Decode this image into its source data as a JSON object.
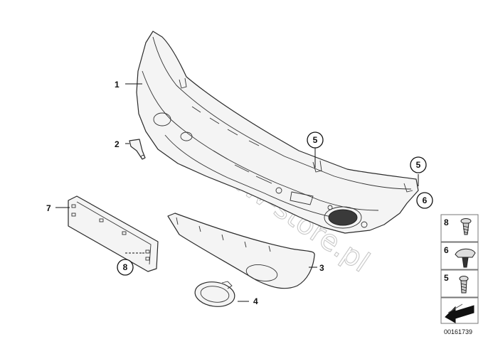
{
  "diagram": {
    "watermark": "www.BMW-store.pl",
    "document_number": "00161739",
    "callouts": [
      {
        "id": "c1",
        "label": "1"
      },
      {
        "id": "c2",
        "label": "2"
      },
      {
        "id": "c3",
        "label": "3"
      },
      {
        "id": "c4",
        "label": "4"
      },
      {
        "id": "c5a",
        "label": "5"
      },
      {
        "id": "c5b",
        "label": "5"
      },
      {
        "id": "c6",
        "label": "6"
      },
      {
        "id": "c7",
        "label": "7"
      },
      {
        "id": "c8",
        "label": "8"
      }
    ],
    "legend": [
      {
        "label": "8",
        "icon": "screw-icon"
      },
      {
        "label": "6",
        "icon": "expanding-rivet-icon"
      },
      {
        "label": "5",
        "icon": "screw-icon"
      }
    ],
    "nav_icon": "direction-arrow-icon"
  }
}
